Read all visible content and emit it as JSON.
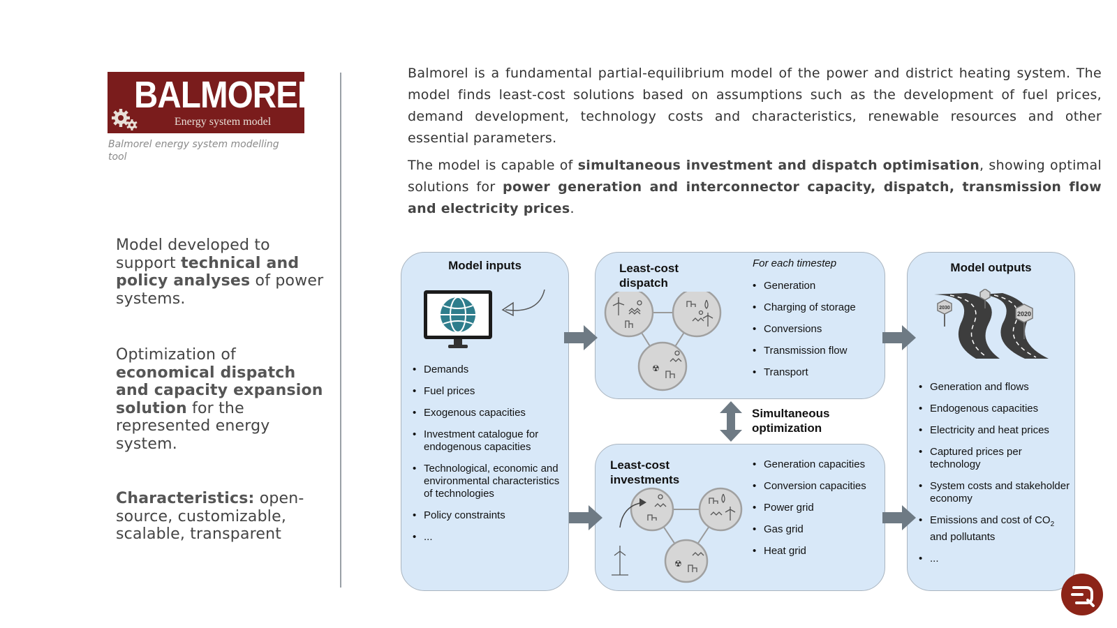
{
  "logo": {
    "title": "BALMOREL",
    "subtitle": "Energy system model",
    "caption": "Balmorel energy system modelling tool"
  },
  "side": {
    "block1": {
      "pre": "Model developed to support ",
      "bold": "technical and policy analyses",
      "post": " of power systems."
    },
    "block2": {
      "pre": "Optimization of ",
      "bold": "economical dispatch and capacity expansion solution",
      "post": " for the represented energy system."
    },
    "block3": {
      "bold": "Characteristics:",
      "post": " open-source, customizable, scalable, transparent"
    }
  },
  "intro": {
    "p1": "Balmorel is a fundamental partial-equilibrium model of the power and district heating system. The model finds  least-cost solutions based on assumptions such as the development of fuel prices, demand development, technology costs and characteristics, renewable resources and other essential parameters.",
    "p2_pre": "The model is capable of ",
    "p2_bold1": "simultaneous investment and dispatch optimisation",
    "p2_mid": ", showing optimal solutions for ",
    "p2_bold2": "power generation and interconnector capacity, dispatch, transmission flow and electricity prices",
    "p2_post": "."
  },
  "diagram": {
    "inputs": {
      "title": "Model inputs",
      "items": [
        "Demands",
        "Fuel prices",
        "Exogenous capacities",
        "Investment catalogue for endogenous capacities",
        "Technological, economic and environmental characteristics of technologies",
        "Policy constraints",
        "..."
      ]
    },
    "dispatch": {
      "title": "Least-cost dispatch",
      "timestep": "For each timestep",
      "items": [
        "Generation",
        "Charging of storage",
        "Conversions",
        "Transmission flow",
        "Transport"
      ]
    },
    "simultaneous": "Simultaneous optimization",
    "investments": {
      "title": "Least-cost investments",
      "items": [
        "Generation capacities",
        "Conversion capacities",
        "Power grid",
        "Gas grid",
        "Heat grid"
      ]
    },
    "outputs": {
      "title": "Model outputs",
      "items": [
        "Generation and flows",
        "Endogenous capacities",
        "Electricity and heat prices",
        "Captured prices per technology",
        "System costs and stakeholder economy",
        "Emissions and cost of CO",
        "..."
      ],
      "co2_sub": "2",
      "co2_tail": "and pollutants",
      "sign_2030": "2030",
      "sign_2020": "2020"
    }
  },
  "colors": {
    "logo_bg": "#7a1c1c",
    "panel_bg": "#d8e8f8",
    "arrow": "#6e7a84",
    "chat_button": "#8c2418"
  }
}
